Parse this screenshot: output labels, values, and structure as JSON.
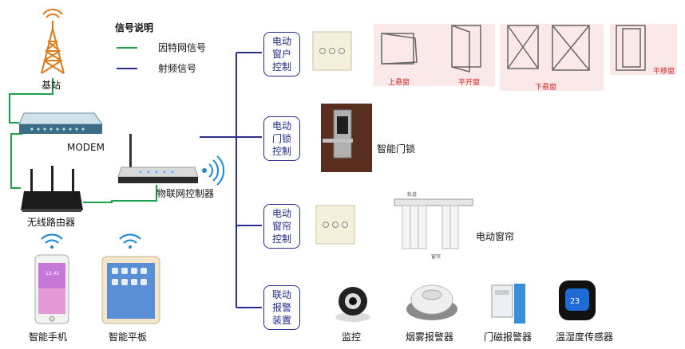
{
  "legend": {
    "title": "信号说明",
    "items": [
      {
        "label": "因特网信号",
        "color": "#1aa34a"
      },
      {
        "label": "射频信号",
        "color": "#2b2f8f"
      }
    ]
  },
  "network": {
    "base_station": "基站",
    "modem": "MODEM",
    "router": "无线路由器",
    "controller": "物联网控制器",
    "phone": "智能手机",
    "tablet": "智能平板"
  },
  "categories": [
    {
      "lines": [
        "电动",
        "窗户",
        "控制"
      ]
    },
    {
      "lines": [
        "电动",
        "门锁",
        "控制"
      ]
    },
    {
      "lines": [
        "电动",
        "窗帘",
        "控制"
      ]
    },
    {
      "lines": [
        "联动",
        "报警",
        "装置"
      ]
    }
  ],
  "windows": {
    "types": [
      "上悬窗",
      "平开窗",
      "下悬窗",
      "平移窗"
    ]
  },
  "door_lock": {
    "label": "智能门锁"
  },
  "curtain": {
    "label": "电动窗帘",
    "tags": [
      "轨道",
      "窗帘"
    ]
  },
  "alarms": {
    "items": [
      "监控",
      "烟雾报警器",
      "门磁报警器",
      "温湿度传感器"
    ]
  },
  "phone_screen": {
    "time": "12:45"
  },
  "colors": {
    "internet": "#1aa34a",
    "rf": "#2b2f8f",
    "window_label": "#d2231c"
  }
}
